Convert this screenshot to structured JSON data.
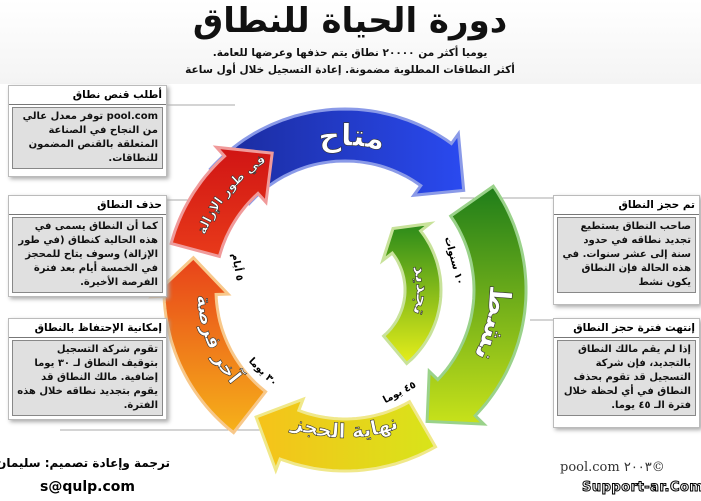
{
  "header": {
    "title": "دورة الحياة للنطاق",
    "line1": "يوميا أكثر من ٢٠٠٠٠ نطاق يتم حذفها وعرضها للعامة.",
    "line2": "أكثر النطاقات المطلوبة مضمونة. إعادة التسجيل خلال أول ساعة"
  },
  "cycle": {
    "available": "متاح",
    "active": "نشط",
    "renew": "تجديد",
    "end": "نهاية الحجز",
    "last_chance": "آخر فرصة",
    "pending_delete": "في طور الإزالة",
    "days_10y": "١٠ سنوات",
    "days_45": "٤٥ يوما",
    "days_30": "٣٠ يوما",
    "days_5": "٥ أيام"
  },
  "boxes": [
    {
      "title": "أطلب قنص نطاق",
      "body": "pool.com توفر معدل عالي من النجاح في الصناعة المتعلقة بالقنص المضمون للنطاقات."
    },
    {
      "title": "حذف النطاق",
      "body": "كما أن النطاق يسمى في هذه الحالية كنطاق (في طور الإزالة) وسوف يتاح للمحجز في الخمسة أيام بعد فترة الفرصة الأخيرة."
    },
    {
      "title": "إمكانية الإحتفاظ بالنطاق",
      "body": "تقوم شركة التسجيل بتوقيف النطاق لـ ٣٠ يوما إضافية. مالك النطاق قد يقوم بتجديد نطاقه خلال هذه الفترة."
    },
    {
      "title": "تم حجز النطاق",
      "body": "صاحب النطاق يستطيع تجديد نطاقه في حدود سنة إلى عشر سنوات. في هذه الحالة فإن النطاق يكون نشط"
    },
    {
      "title": "إنتهت فترة حجز النطاق",
      "body": "إذا لم يقم مالك النطاق بالتجديد، فإن شركة التسجيل قد تقوم بحذف النطاق في أي لحظة خلال فترة الـ ٤٥ يوما."
    }
  ],
  "footer": {
    "credit": "ترجمة وإعادة تصميم: سليمان",
    "email": "s@qulp.com",
    "source": "pool.com ٢٠٠٣©",
    "watermark": "Support-ar.Com"
  },
  "colors": {
    "blue": "#1b2fd0",
    "green": "#2f9a1a",
    "yellow": "#f3e21a",
    "orange": "#f07a18",
    "red": "#e01e1e"
  }
}
